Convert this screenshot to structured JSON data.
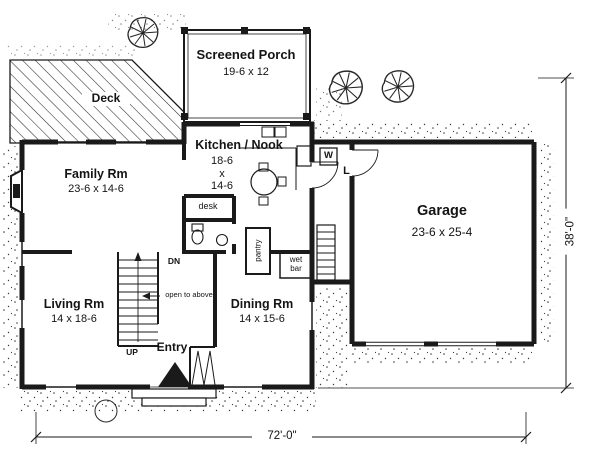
{
  "plan": {
    "rooms": {
      "screened_porch": {
        "name": "Screened Porch",
        "dims": "19-6 x 12"
      },
      "deck": {
        "name": "Deck"
      },
      "kitchen_nook": {
        "name": "Kitchen / Nook",
        "dim_line1": "18-6",
        "dim_line2": "x",
        "dim_line3": "14-6"
      },
      "family_room": {
        "name": "Family Rm",
        "dims": "23-6 x 14-6"
      },
      "garage": {
        "name": "Garage",
        "dims": "23-6 x 25-4"
      },
      "living_room": {
        "name": "Living Rm",
        "dims": "14 x 18-6"
      },
      "dining_room": {
        "name": "Dining Rm",
        "dims": "14 x 15-6"
      },
      "entry": {
        "name": "Entry"
      }
    },
    "annotations": {
      "desk": "desk",
      "down": "DN",
      "up": "UP",
      "open_to_above": "open to above",
      "pantry": "pantry",
      "wet_bar": "wet bar",
      "washer": "W",
      "laundry": "L"
    },
    "dimensions": {
      "overall_width": "72'-0\"",
      "overall_depth": "38'-0\""
    },
    "colors": {
      "ink": "#1a1a1a",
      "paper": "#ffffff"
    }
  }
}
